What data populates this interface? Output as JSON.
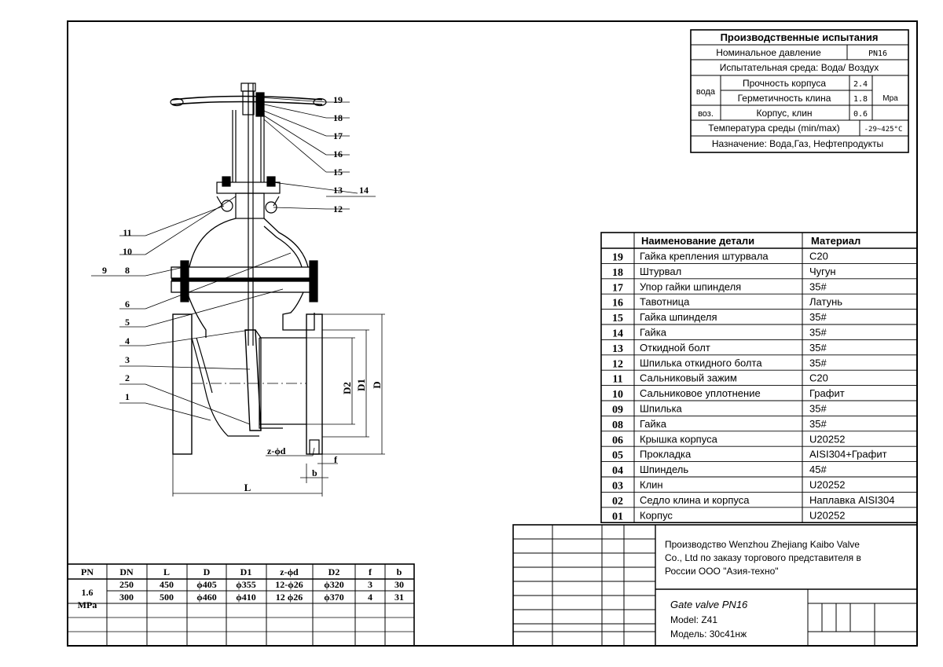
{
  "tests": {
    "title": "Производственные испытания",
    "nominal_pressure_label": "Номинальное давление",
    "nominal_pressure_value": "PN16",
    "medium": "Испытательная среда: Вода/ Воздух",
    "water_label": "вода",
    "body_strength_label": "Прочность корпуса",
    "body_strength_value": "2.4",
    "wedge_seal_label": "Герметичность клина",
    "wedge_seal_value": "1.8",
    "unit": "Mpa",
    "air_label": "воз.",
    "body_wedge_label": "Корпус, клин",
    "body_wedge_value": "0.6",
    "temperature_label": "Температура среды (min/max)",
    "temperature_value": "-29~425°C",
    "purpose": "Назначение: Вода,Газ, Нефтепродукты"
  },
  "parts": {
    "header_name": "Наименование детали",
    "header_material": "Материал",
    "rows": [
      {
        "no": "19",
        "name": "Гайка крепления штурвала",
        "material": "C20"
      },
      {
        "no": "18",
        "name": "Штурвал",
        "material": "Чугун"
      },
      {
        "no": "17",
        "name": "Упор гайки шпинделя",
        "material": "35#"
      },
      {
        "no": "16",
        "name": "Тавотница",
        "material": "Латунь"
      },
      {
        "no": "15",
        "name": "Гайка шпинделя",
        "material": "35#"
      },
      {
        "no": "14",
        "name": "Гайка",
        "material": "35#"
      },
      {
        "no": "13",
        "name": "Откидной болт",
        "material": "35#"
      },
      {
        "no": "12",
        "name": "Шпилька откидного болта",
        "material": "35#"
      },
      {
        "no": "11",
        "name": "Сальниковый зажим",
        "material": "C20"
      },
      {
        "no": "10",
        "name": "Сальниковое уплотнение",
        "material": "Графит"
      },
      {
        "no": "09",
        "name": "Шпилька",
        "material": "35#"
      },
      {
        "no": "08",
        "name": "Гайка",
        "material": "35#"
      },
      {
        "no": "06",
        "name": "Крышка корпуса",
        "material": "U20252"
      },
      {
        "no": "05",
        "name": "Прокладка",
        "material": "AISI304+Графит"
      },
      {
        "no": "04",
        "name": "Шпиндель",
        "material": "45#"
      },
      {
        "no": "03",
        "name": "Клин",
        "material": "U20252"
      },
      {
        "no": "02",
        "name": "Седло клина и корпуса",
        "material": "Наплавка AISI304"
      },
      {
        "no": "01",
        "name": "Корпус",
        "material": "U20252"
      }
    ]
  },
  "dims": {
    "headers": [
      "PN",
      "DN",
      "L",
      "D",
      "D1",
      "z-ϕd",
      "D2",
      "f",
      "b"
    ],
    "pn_value": "1.6",
    "pn_unit": "MPa",
    "rows": [
      [
        "250",
        "450",
        "ϕ405",
        "ϕ355",
        "12-ϕ26",
        "ϕ320",
        "3",
        "30"
      ],
      [
        "300",
        "500",
        "ϕ460",
        "ϕ410",
        "12 ϕ26",
        "ϕ370",
        "4",
        "31"
      ]
    ]
  },
  "title_block": {
    "maker_line1": "Производство Wenzhou Zhejiang Kaibo Valve",
    "maker_line2": "Co., Ltd по заказу торгового представителя в",
    "maker_line3": "России ООО \"Азия-техно\"",
    "product": "Gate valve PN16",
    "model_en": "Model: Z41",
    "model_ru": "Модель: 30с41нж"
  },
  "drawing": {
    "callouts_right": [
      "19",
      "18",
      "17",
      "16",
      "15",
      "13",
      "14",
      "12"
    ],
    "callouts_left": [
      "11",
      "10",
      "9",
      "8",
      "6",
      "5",
      "4",
      "3",
      "2",
      "1"
    ],
    "dim_labels": {
      "D2": "D2",
      "D1": "D1",
      "D": "D",
      "L": "L",
      "zphid": "z-ϕd",
      "f": "f",
      "b": "b"
    }
  }
}
